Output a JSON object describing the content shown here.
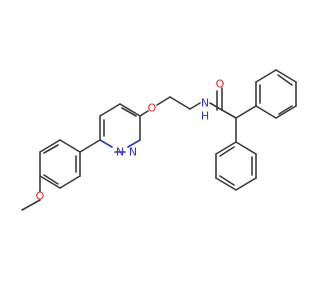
{
  "molecule": {
    "colors": {
      "bond": "#3a3a3a",
      "nitrogen": "#2f35c9",
      "oxygen": "#d62a2a",
      "background": "#ffffff"
    },
    "labels": {
      "ether_o": "O",
      "methoxy_o": "O",
      "carbonyl_o": "O",
      "amide_n": "N",
      "amide_h": "H",
      "ring_n1": "N",
      "ring_n2": "N"
    }
  }
}
